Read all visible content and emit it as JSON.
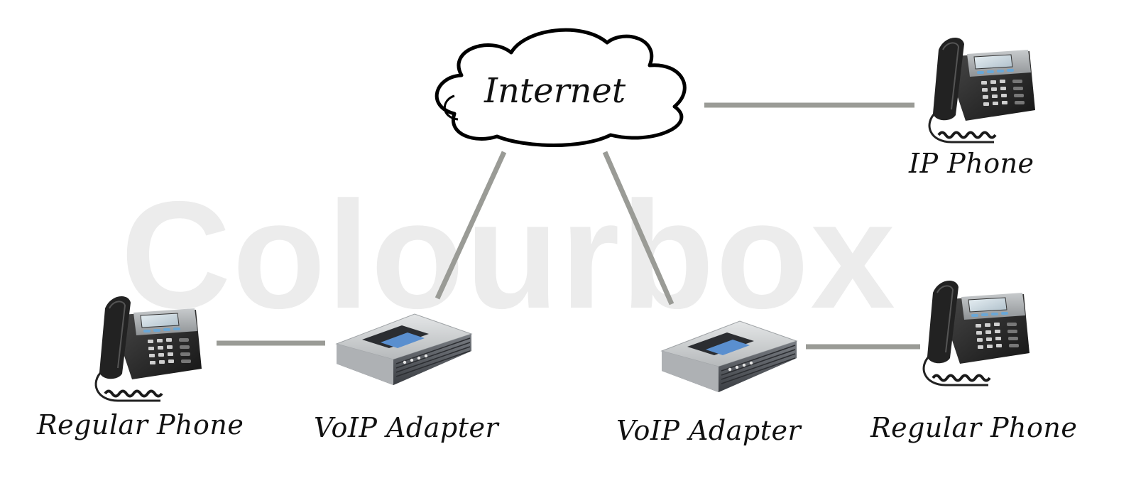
{
  "watermark": "Colourbox",
  "diagram": {
    "cloud": {
      "label": "Internet"
    },
    "nodes": {
      "ip_phone": {
        "label": "IP Phone"
      },
      "left_phone": {
        "label": "Regular Phone"
      },
      "left_adapter": {
        "label": "VoIP Adapter"
      },
      "right_adapter": {
        "label": "VoIP Adapter"
      },
      "right_phone": {
        "label": "Regular Phone"
      }
    }
  },
  "colors": {
    "connector": "#9a9b96",
    "phone_body": "#2a2a2a",
    "adapter_top": "#c9cbcc",
    "adapter_front": "#5c6066",
    "screen": "#5a8fcf"
  }
}
